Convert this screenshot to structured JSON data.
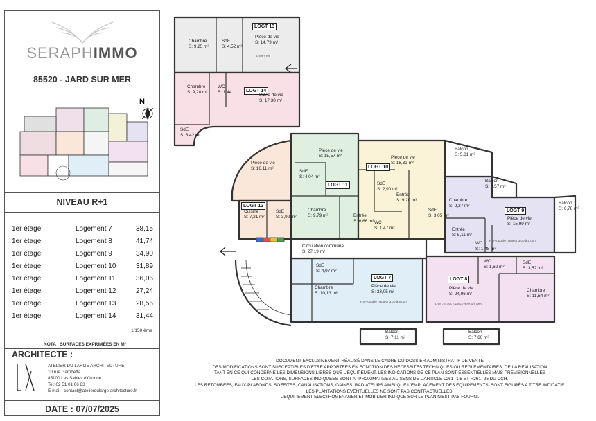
{
  "brand": {
    "name_light": "SERAPH",
    "name_bold": "IMMO"
  },
  "location": "85520 - JARD SUR MER",
  "level": "NIVEAU R+1",
  "lots": [
    {
      "floor": "1er étage",
      "name": "Logement 7",
      "area": "38,15"
    },
    {
      "floor": "1er étage",
      "name": "Logement 8",
      "area": "41,74"
    },
    {
      "floor": "1er étage",
      "name": "Logement 9",
      "area": "34,90"
    },
    {
      "floor": "1er étage",
      "name": "Logement 10",
      "area": "31,89"
    },
    {
      "floor": "1er étage",
      "name": "Logement 11",
      "area": "36,06"
    },
    {
      "floor": "1er étage",
      "name": "Logement 12",
      "area": "27,24"
    },
    {
      "floor": "1er étage",
      "name": "Logement 13",
      "area": "28,56"
    },
    {
      "floor": "1er étage",
      "name": "Logement 14",
      "area": "31,44"
    }
  ],
  "scale": "1/150 ème",
  "note": "NOTA : SURFACES EXPRIMÉES EN M²",
  "architect": {
    "title": "ARCHITECTE :",
    "firm": "ATELIER DU LARGE ARCHITECTURE",
    "street": "10 rue Gambetta",
    "city": "85100 Les Sables d'Olonne",
    "phone": "Tel: 02 51 01 06 83",
    "email": "E-mail : contact@atelierdularge architecture.fr"
  },
  "date": "DATE : 07/07/2025",
  "compass": "N",
  "disclaimer": [
    "DOCUMENT EXCLUSIVEMENT RÉALISÉ DANS LE CADRE DU DOSSIER ADMINISTRATIF DE VENTE",
    "DES MODIFICATIONS SONT SUSCEPTIBLES D'ETRE APPORTEES EN FONCTION DES NECESSITES TECHNIQUES OU REGLEMENTAIRES. DE LA REALISATION",
    "TANT EN CE QUI CONCERNE LES DIMENSIONS LIBRES QUE L'EQUIPEMENT. LES INDICATIONS DE CE PLAN SONT ESSENTIELLES MAIS PREVISIONNELLES",
    "LES COTATIONS, SURFACES INDIQUEES SONT APPROXIMATIVES AU SENS DE L'ARTICLE L261 -1 5 ET R261 -25 DU CCH.",
    "LES RETOMBEES, FAUX-PLAFONDS, SOFFITES, CANALISATIONS, GAINES, RADIATEURS AINSI QUE L'EMPLACEMENT DES EQUIPEMENTS, SONT FIGURÉS A TITRE INDICATIF.",
    "LES PLANTATIONS EVENTUELLES NE SONT PAS CONTRACTUELLES.",
    "L'EQUIPEMENT ELECTROMENAGER ET MOBILIER INDIQUE SUR LE PLAN N'EST PAS FOURNI."
  ],
  "units": [
    "LOGT 13",
    "LOGT 14",
    "LOGT 12",
    "LOGT 11",
    "LOGT 10",
    "LOGT 9",
    "LOGT 7",
    "LOGT 8"
  ],
  "rooms": [
    {
      "name": "Chambre",
      "area": "S: 9,25 m²"
    },
    {
      "name": "SdE",
      "area": "S: 4,52 m²"
    },
    {
      "name": "Pièce de vie",
      "area": "S: 14,79 m²"
    },
    {
      "name": "Chambre",
      "area": "S: 9,28 m²"
    },
    {
      "name": "WC",
      "area": "S: 1,44"
    },
    {
      "name": "Pièce de vie",
      "area": "S: 17,30 m²"
    },
    {
      "name": "SdE",
      "area": "S: 3,42 m²"
    },
    {
      "name": "Pièce de vie",
      "area": "S: 16,11 m²"
    },
    {
      "name": "Pièce de vie",
      "area": "S: 15,57 m²"
    },
    {
      "name": "SdE",
      "area": "S: 4,04 m²"
    },
    {
      "name": "Pièce de vie",
      "area": "S: 18,32 m²"
    },
    {
      "name": "SdE",
      "area": "S: 2,90 m²"
    },
    {
      "name": "Entrée",
      "area": "S: 9,20 m²"
    },
    {
      "name": "Chambre",
      "area": "S: 9,27 m²"
    },
    {
      "name": "Pièce de vie",
      "area": "S: 15,99 m²"
    },
    {
      "name": "Cuisine",
      "area": "S: 7,21 m²"
    },
    {
      "name": "SdE",
      "area": "S: 3,92 m²"
    },
    {
      "name": "Chambre",
      "area": "S: 9,79 m²"
    },
    {
      "name": "Entrée",
      "area": "S: 6,66 m²"
    },
    {
      "name": "WC",
      "area": "S: 1,47 m²"
    },
    {
      "name": "SdE",
      "area": "S: 3,05 m²"
    },
    {
      "name": "Entrée",
      "area": "S: 5,11 m²"
    },
    {
      "name": "WC",
      "area": "S: 1,48 m²"
    },
    {
      "name": "WC",
      "area": "S: 1,62 m²"
    },
    {
      "name": "SdE",
      "area": "S: 3,52 m²"
    },
    {
      "name": "Circulation commune",
      "area": "S: 27,19 m²"
    },
    {
      "name": "SdE",
      "area": "S: 4,97 m²"
    },
    {
      "name": "Chambre",
      "area": "S: 10,13 m²"
    },
    {
      "name": "Pièce de vie",
      "area": "S: 23,05 m²"
    },
    {
      "name": "Pièce de vie",
      "area": "S: 24,96 m²"
    },
    {
      "name": "Chambre",
      "area": "S: 11,64 m²"
    }
  ],
  "balconies": [
    {
      "name": "Balcon",
      "area": "S: 5,81 m²"
    },
    {
      "name": "Balcon",
      "area": "S: 3,57 m²"
    },
    {
      "name": "Balcon",
      "area": "S: 6,78 m²"
    },
    {
      "name": "Balcon",
      "area": "S: 7,11 m²"
    },
    {
      "name": "Balcon",
      "area": "S: 7,60 m²"
    }
  ],
  "hsp": {
    "std": "HSP 2,50",
    "double7": "HSP double hauteur 3,00 à 5,00m",
    "double8": "HSP double hauteur 3,00 à 5,00m",
    "double9": "HSP double hauteur 3,00 à 5,00m"
  },
  "colors": {
    "logt13": "#ececec",
    "logt14": "#f9e0e6",
    "logt12": "#fbe7d9",
    "logt11": "#dff0e1",
    "logt10": "#fbf3d8",
    "logt9": "#e5e3f3",
    "logt7": "#e0eef8",
    "logt8": "#f3e1f1",
    "common": "#ffffff",
    "wall": "#333333"
  }
}
